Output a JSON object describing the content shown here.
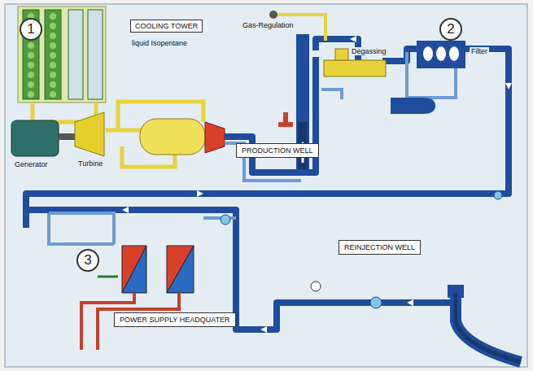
{
  "diagram": {
    "nodes": [
      {
        "text": [
          "COOLING TOWER",
          "liquid Isopentane"
        ]
      },
      {
        "text": [
          "PRODUCTION WELL"
        ]
      },
      {
        "text": [
          "REINJECTION WELL"
        ]
      },
      {
        "text": [
          "POWER SUPPLY HEADQUATER"
        ]
      }
    ],
    "labels": [
      "1",
      "2",
      "3",
      "Generator",
      "Turbine",
      "Gas-Regulation",
      "Degassing",
      "Filter"
    ]
  }
}
